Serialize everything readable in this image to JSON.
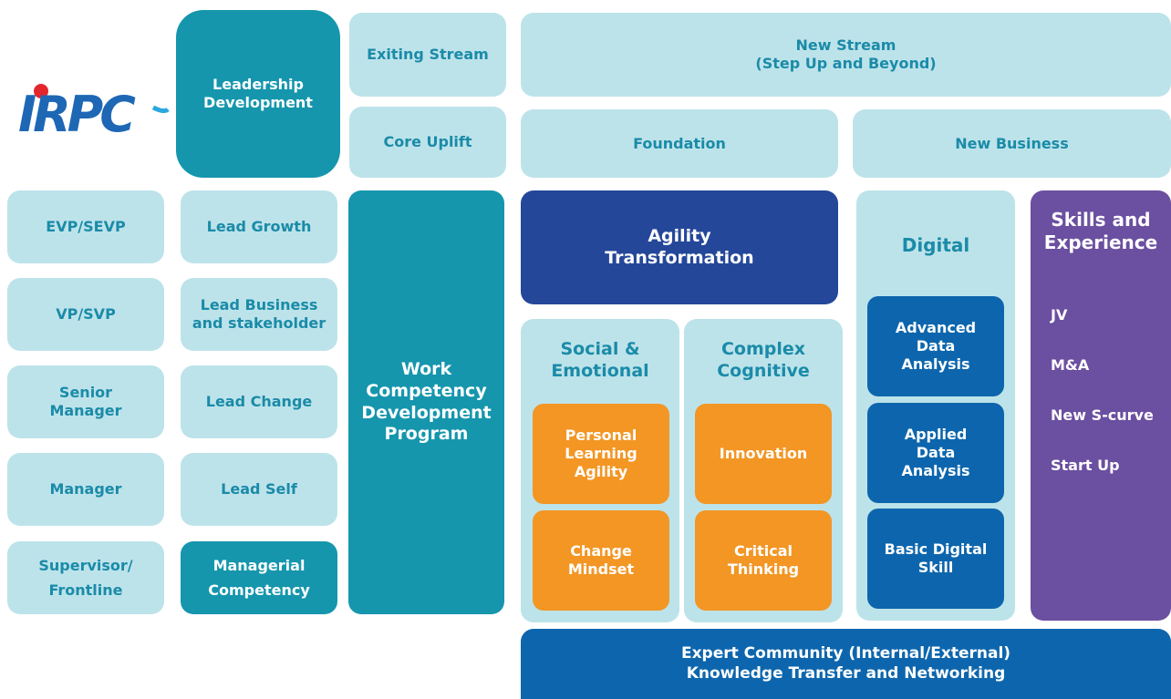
{
  "logo": {
    "text": "IRPC",
    "dot_color": "#e3262d",
    "wordmark_color": "#1e67b5",
    "accent_color": "#2aa7df"
  },
  "header": {
    "leadership_development": [
      "Leadership",
      "Development"
    ],
    "exiting_stream": "Exiting Stream",
    "core_uplift": "Core Uplift",
    "new_stream": [
      "New Stream",
      "(Step Up and Beyond)"
    ],
    "foundation": "Foundation",
    "new_business": "New Business"
  },
  "levels": [
    {
      "label": [
        "EVP/SEVP"
      ]
    },
    {
      "label": [
        "VP/SVP"
      ]
    },
    {
      "label": [
        "Senior",
        "Manager"
      ]
    },
    {
      "label": [
        "Manager"
      ]
    },
    {
      "label": [
        "Supervisor/",
        "Frontline"
      ]
    }
  ],
  "leadership_items": [
    {
      "label": [
        "Lead Growth"
      ]
    },
    {
      "label": [
        "Lead Business",
        "and stakeholder"
      ]
    },
    {
      "label": [
        "Lead Change"
      ]
    },
    {
      "label": [
        "Lead Self"
      ]
    },
    {
      "label": [
        "Managerial",
        "Competency"
      ]
    }
  ],
  "work_competency": [
    "Work",
    "Competency",
    "Development",
    "Program"
  ],
  "agility": [
    "Agility",
    "Transformation"
  ],
  "social_emotional": {
    "title": [
      "Social &",
      "Emotional"
    ],
    "items": [
      [
        "Personal",
        "Learning",
        "Agility"
      ],
      [
        "Change",
        "Mindset"
      ]
    ]
  },
  "complex_cognitive": {
    "title": [
      "Complex",
      "Cognitive"
    ],
    "items": [
      [
        "Innovation"
      ],
      [
        "Critical",
        "Thinking"
      ]
    ]
  },
  "digital": {
    "title": "Digital",
    "items": [
      [
        "Advanced",
        "Data",
        "Analysis"
      ],
      [
        "Applied",
        "Data",
        "Analysis"
      ],
      [
        "Basic Digital",
        "Skill"
      ]
    ]
  },
  "skills_experience": {
    "title": [
      "Skills and",
      "Experience"
    ],
    "items": [
      "JV",
      "M&A",
      "New S-curve",
      "Start Up"
    ]
  },
  "expert_community": [
    "Expert Community (Internal/External)",
    "Knowledge Transfer and Networking"
  ]
}
